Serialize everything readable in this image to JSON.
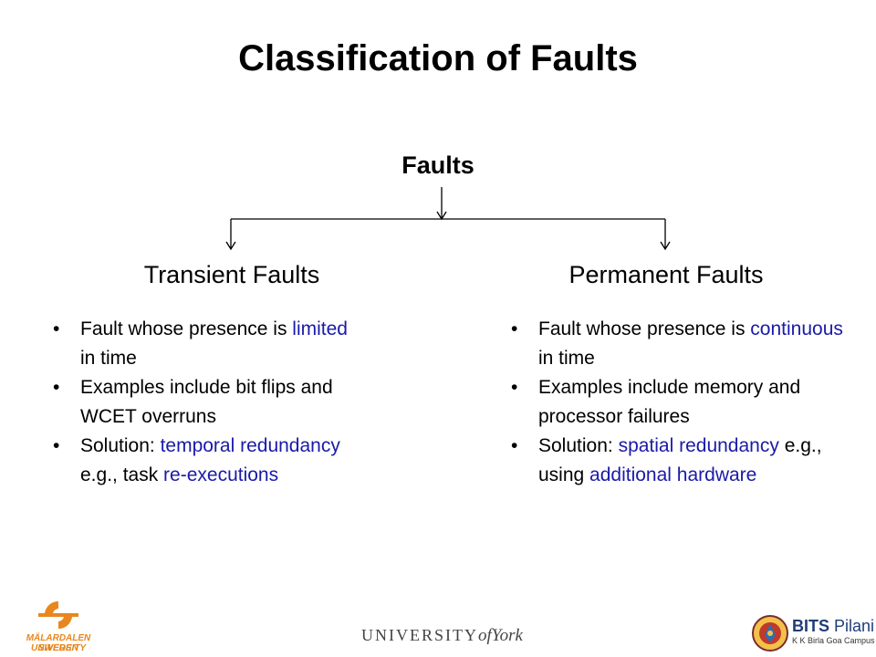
{
  "slide": {
    "title": "Classification of Faults",
    "root": "Faults"
  },
  "branches": [
    {
      "title": "Transient Faults",
      "bullets": [
        {
          "before": "Fault whose presence is ",
          "highlight": "limited",
          "after": " in time"
        },
        {
          "text": "Examples include bit flips and WCET overruns"
        },
        {
          "before": "Solution: ",
          "highlight": "temporal redundancy",
          "after": " e.g., task ",
          "highlight2": "re-executions"
        }
      ]
    },
    {
      "title": "Permanent Faults",
      "bullets": [
        {
          "before": "Fault whose presence is ",
          "highlight": "continuous",
          "after": " in time"
        },
        {
          "text": "Examples include memory and processor failures"
        },
        {
          "before": "Solution: ",
          "highlight": "spatial redundancy",
          "after": " e.g., using ",
          "highlight2": "additional hardware"
        }
      ]
    }
  ],
  "footer": {
    "mdh_line1": "MÄLARDALEN UNIVERSITY",
    "mdh_line2": "SWEDEN",
    "york_prefix": "UNIVERSITY",
    "york_of": "of",
    "york_name": "York",
    "bits_name": "BITS",
    "bits_pilani": "Pilani",
    "bits_sub": "K K Birla Goa Campus"
  },
  "colors": {
    "highlight": "#1a1aa8",
    "mdh_orange": "#e8871e",
    "bits_blue": "#1f3d7a"
  }
}
